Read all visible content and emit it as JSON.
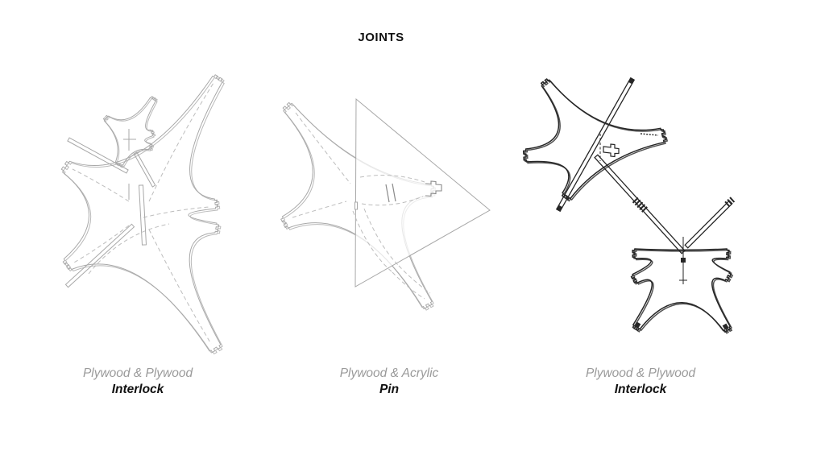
{
  "page": {
    "title": "JOINTS"
  },
  "figures": [
    {
      "materials": "Plywood & Plywood",
      "joint_type": "Interlock",
      "drawing_icon": "plywood-x-panels-interlock-isometric"
    },
    {
      "materials": "Plywood & Acrylic",
      "joint_type": "Pin",
      "drawing_icon": "plywood-x-panel-acrylic-triangle-pin-isometric"
    },
    {
      "materials": "Plywood & Plywood",
      "joint_type": "Interlock",
      "drawing_icon": "plywood-x-panels-strut-interlock-isometric"
    }
  ],
  "colors": {
    "background": "#ffffff",
    "title_text": "#111111",
    "caption_materials_gray": "#9a9a9a",
    "caption_joint_black": "#111111",
    "line_light_gray": "#a8a8a8",
    "line_hidden_dash": "#bdbdbd",
    "line_dark": "#262626"
  }
}
